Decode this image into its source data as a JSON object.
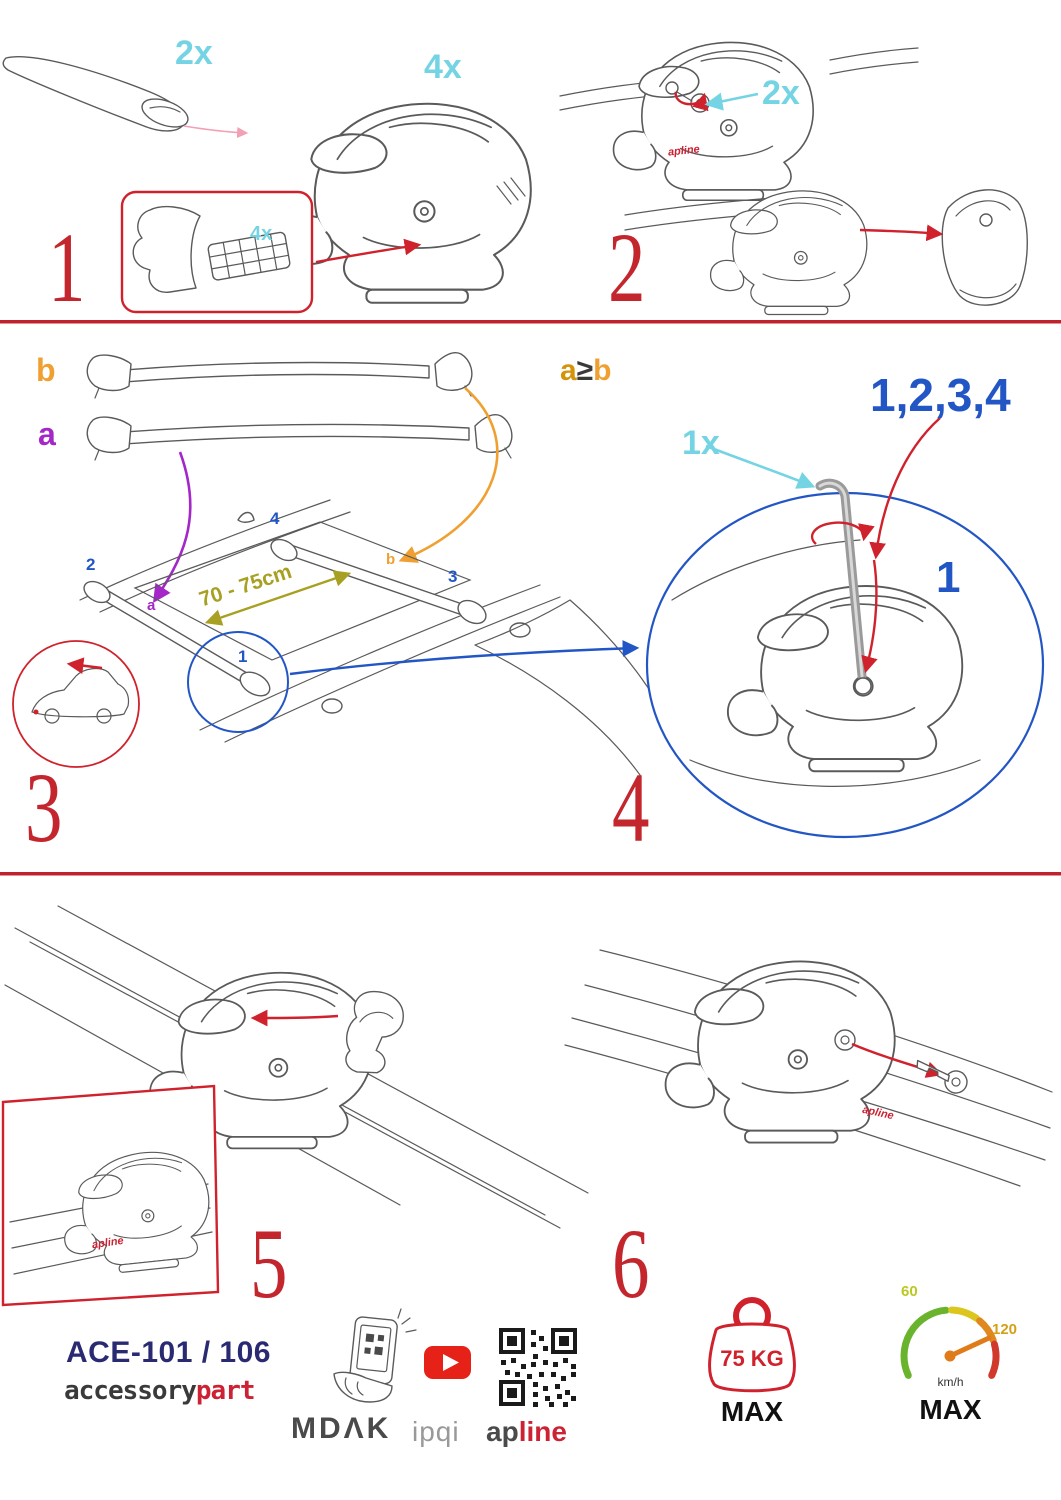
{
  "steps": {
    "s1": {
      "number": "1",
      "qty_bar": "2x",
      "qty_foot": "4x",
      "qty_pad": "4x"
    },
    "s2": {
      "number": "2",
      "qty_lock": "2x"
    },
    "s3": {
      "number": "3",
      "label_a": "a",
      "label_b": "b",
      "marker_1": "1",
      "marker_2": "2",
      "marker_3": "3",
      "marker_4": "4",
      "roof_a": "a",
      "roof_b": "b",
      "distance": "70 - 75cm"
    },
    "s4": {
      "number": "4",
      "formula_a": "a",
      "formula_op": "≥",
      "formula_b": "b",
      "sequence": "1,2,3,4",
      "qty_key": "1x",
      "target": "1"
    },
    "s5": {
      "number": "5"
    },
    "s6": {
      "number": "6"
    }
  },
  "branding": {
    "model": "ACE-101 / 106",
    "brand_prefix": "accessory",
    "brand_suffix": "part",
    "logo_mdak": "MDΛK",
    "logo_ipqi": "ipqi",
    "apline_prefix": "ap",
    "apline_suffix": "line",
    "foot_badge": "apline"
  },
  "limits": {
    "weight": "75 KG",
    "weight_max": "MAX",
    "speed_low": "60",
    "speed_high": "120",
    "speed_unit": "km/h",
    "speed_max": "MAX"
  },
  "colors": {
    "accent_red": "#d0222c",
    "cyan": "#74d4e4",
    "orange": "#f0a030",
    "purple": "#a428c8",
    "blue": "#2356c5",
    "olive": "#a8a022",
    "navy": "#2a2a72",
    "brand_red": "#cc2233",
    "youtube_red": "#e62117",
    "gauge_green": "#6ab42d"
  }
}
